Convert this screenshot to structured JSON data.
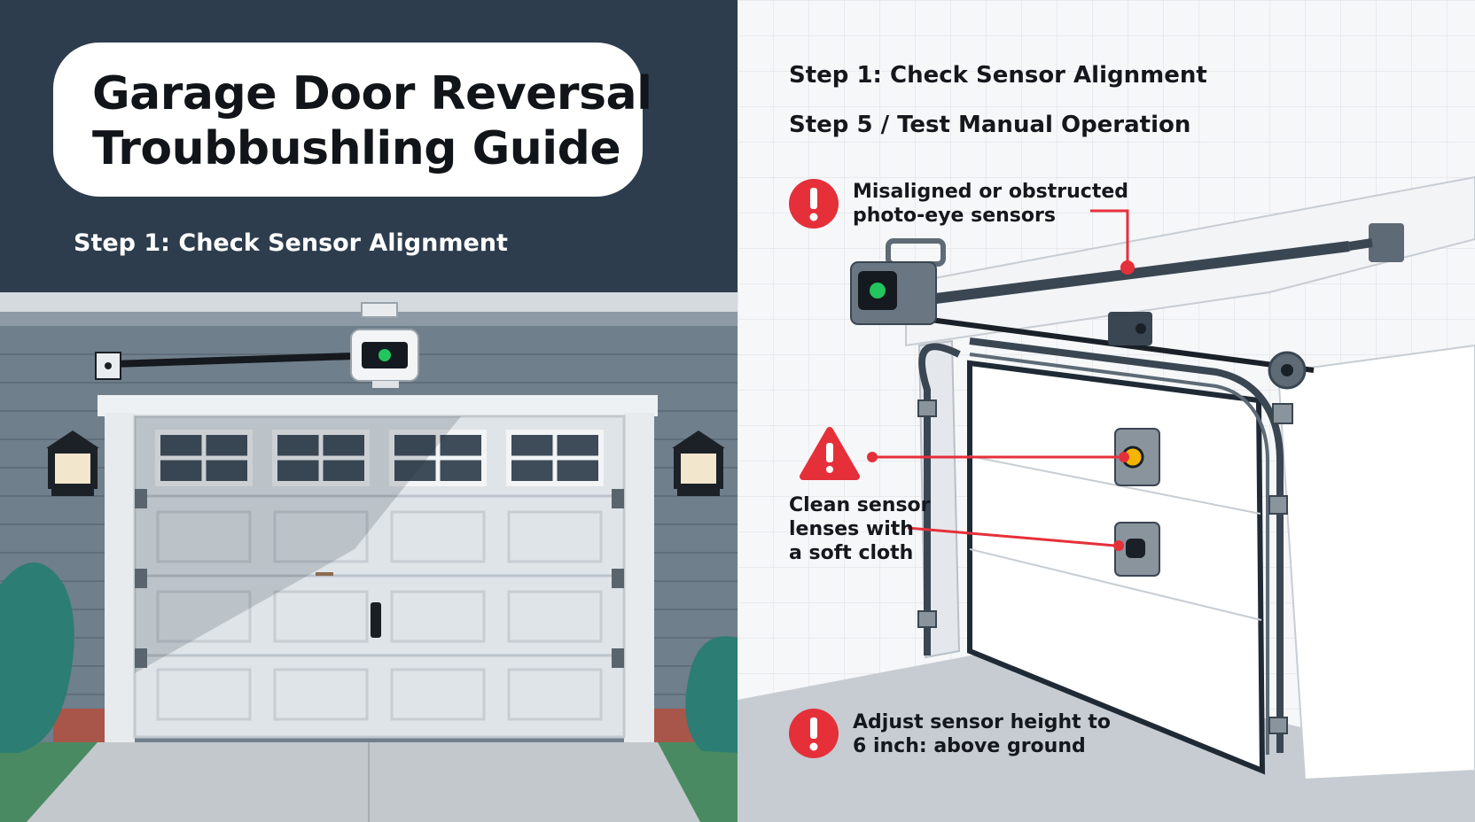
{
  "left": {
    "title_line1": "Garage Door Reversal",
    "title_line2": "Troubbushling Guide",
    "step_label": "Step 1: Check Sensor Alignment"
  },
  "right": {
    "step1": "Step 1: Check Sensor Alignment",
    "step5": "Step 5 / Test Manual Operation",
    "callouts": [
      {
        "icon": "alert-circle-icon",
        "line1": "Misaligned or obstructed",
        "line2": "photo-eye sensors"
      },
      {
        "icon": "warning-triangle-icon",
        "line1": "Clean sensor",
        "line2": "lenses with",
        "line3": "a soft cloth"
      },
      {
        "icon": "alert-circle-icon",
        "line1": "Adjust sensor height to",
        "line2": "6 inch: above ground"
      }
    ]
  },
  "colors": {
    "night_sky": "#2d3d4d",
    "siding": "#6f7f8c",
    "door_white": "#eceff1",
    "sensor_green": "#22c55e",
    "alert_red": "#e5303a",
    "sensor_yellow": "#f5b400",
    "shrub": "#2c7d73"
  }
}
